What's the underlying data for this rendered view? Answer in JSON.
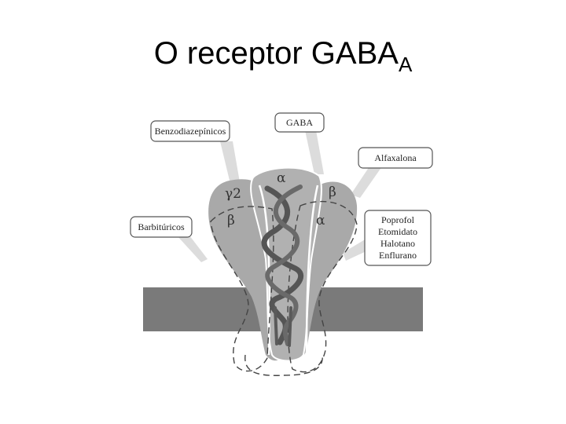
{
  "title": {
    "main": "O receptor GABA",
    "subscript": "A"
  },
  "diagram": {
    "subunits": {
      "gamma_left": "γ2",
      "beta_left": "β",
      "alpha_center": "α",
      "beta_right": "β",
      "alpha_right": "α"
    },
    "callouts": {
      "benzodiazepines": "Benzodiazepínicos",
      "gaba": "GABA",
      "alfaxalona": "Alfaxalona",
      "barbituricos": "Barbitúricos",
      "anesthetics": [
        "Poprofol",
        "Etomidato",
        "Halotano",
        "Enflurano"
      ]
    }
  }
}
